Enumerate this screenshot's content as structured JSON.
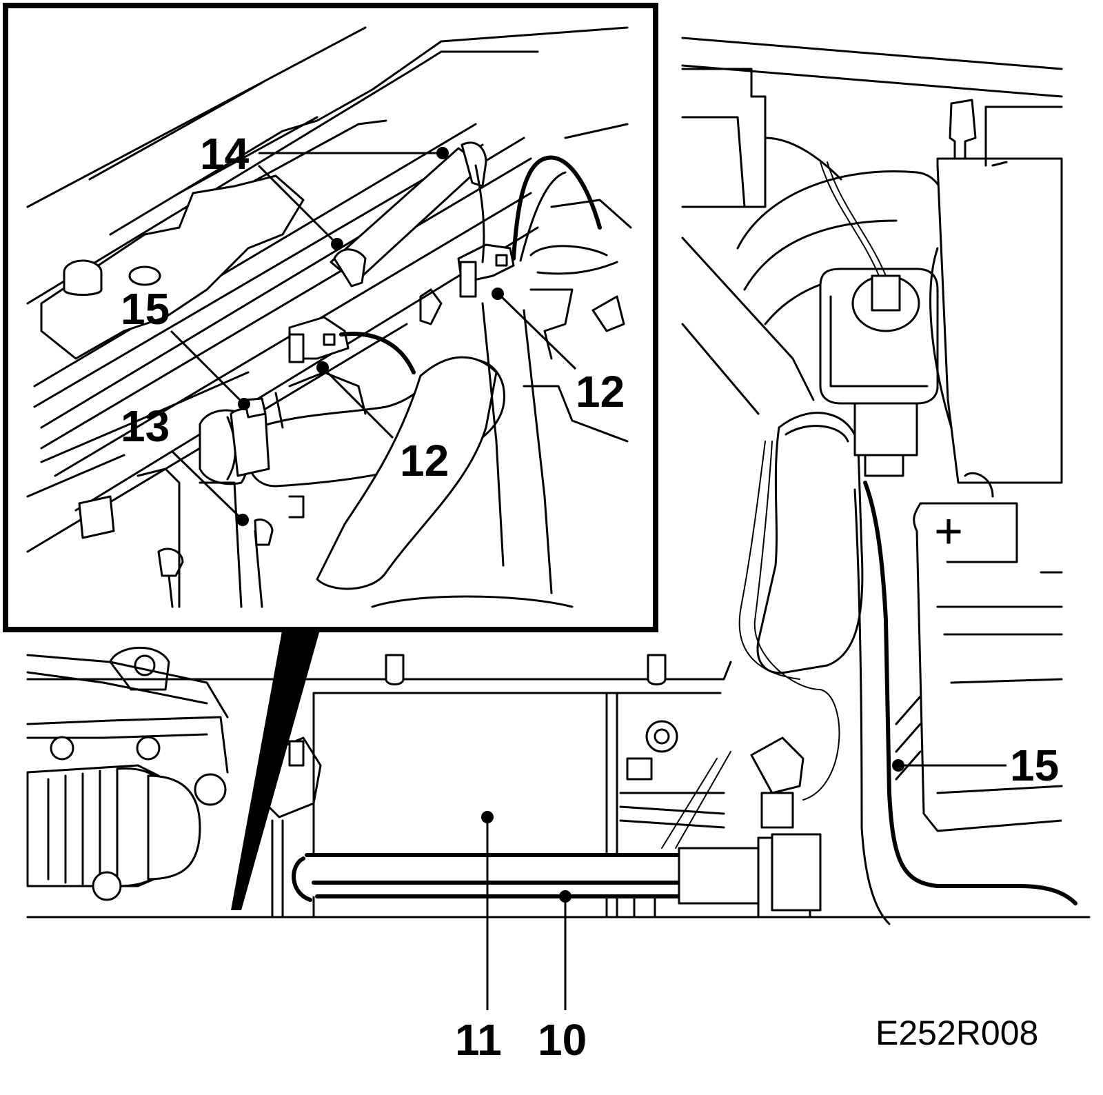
{
  "figure": {
    "code": "E252R008",
    "callouts": {
      "c10": "10",
      "c11": "11",
      "c12a": "12",
      "c12b": "12",
      "c13": "13",
      "c14": "14",
      "c15_inset": "15",
      "c15_main": "15"
    },
    "symbols": {
      "battery_positive": "+"
    }
  }
}
